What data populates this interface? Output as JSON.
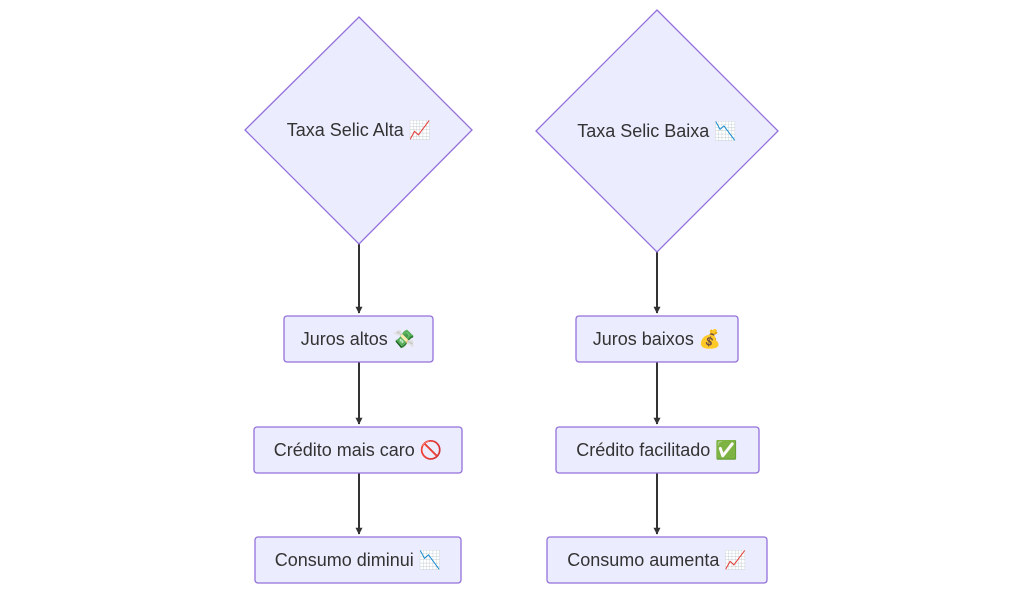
{
  "colors": {
    "node_fill": "#ececff",
    "node_stroke": "#9370db",
    "edge": "#333333",
    "text": "#333333"
  },
  "flows": [
    {
      "decision": {
        "label": "Taxa Selic Alta 📈"
      },
      "steps": [
        {
          "label": "Juros altos 💸"
        },
        {
          "label": "Crédito mais caro 🚫"
        },
        {
          "label": "Consumo diminui 📉"
        }
      ]
    },
    {
      "decision": {
        "label": "Taxa Selic Baixa 📉"
      },
      "steps": [
        {
          "label": "Juros baixos 💰"
        },
        {
          "label": "Crédito facilitado ✅"
        },
        {
          "label": "Consumo aumenta 📈"
        }
      ]
    }
  ]
}
